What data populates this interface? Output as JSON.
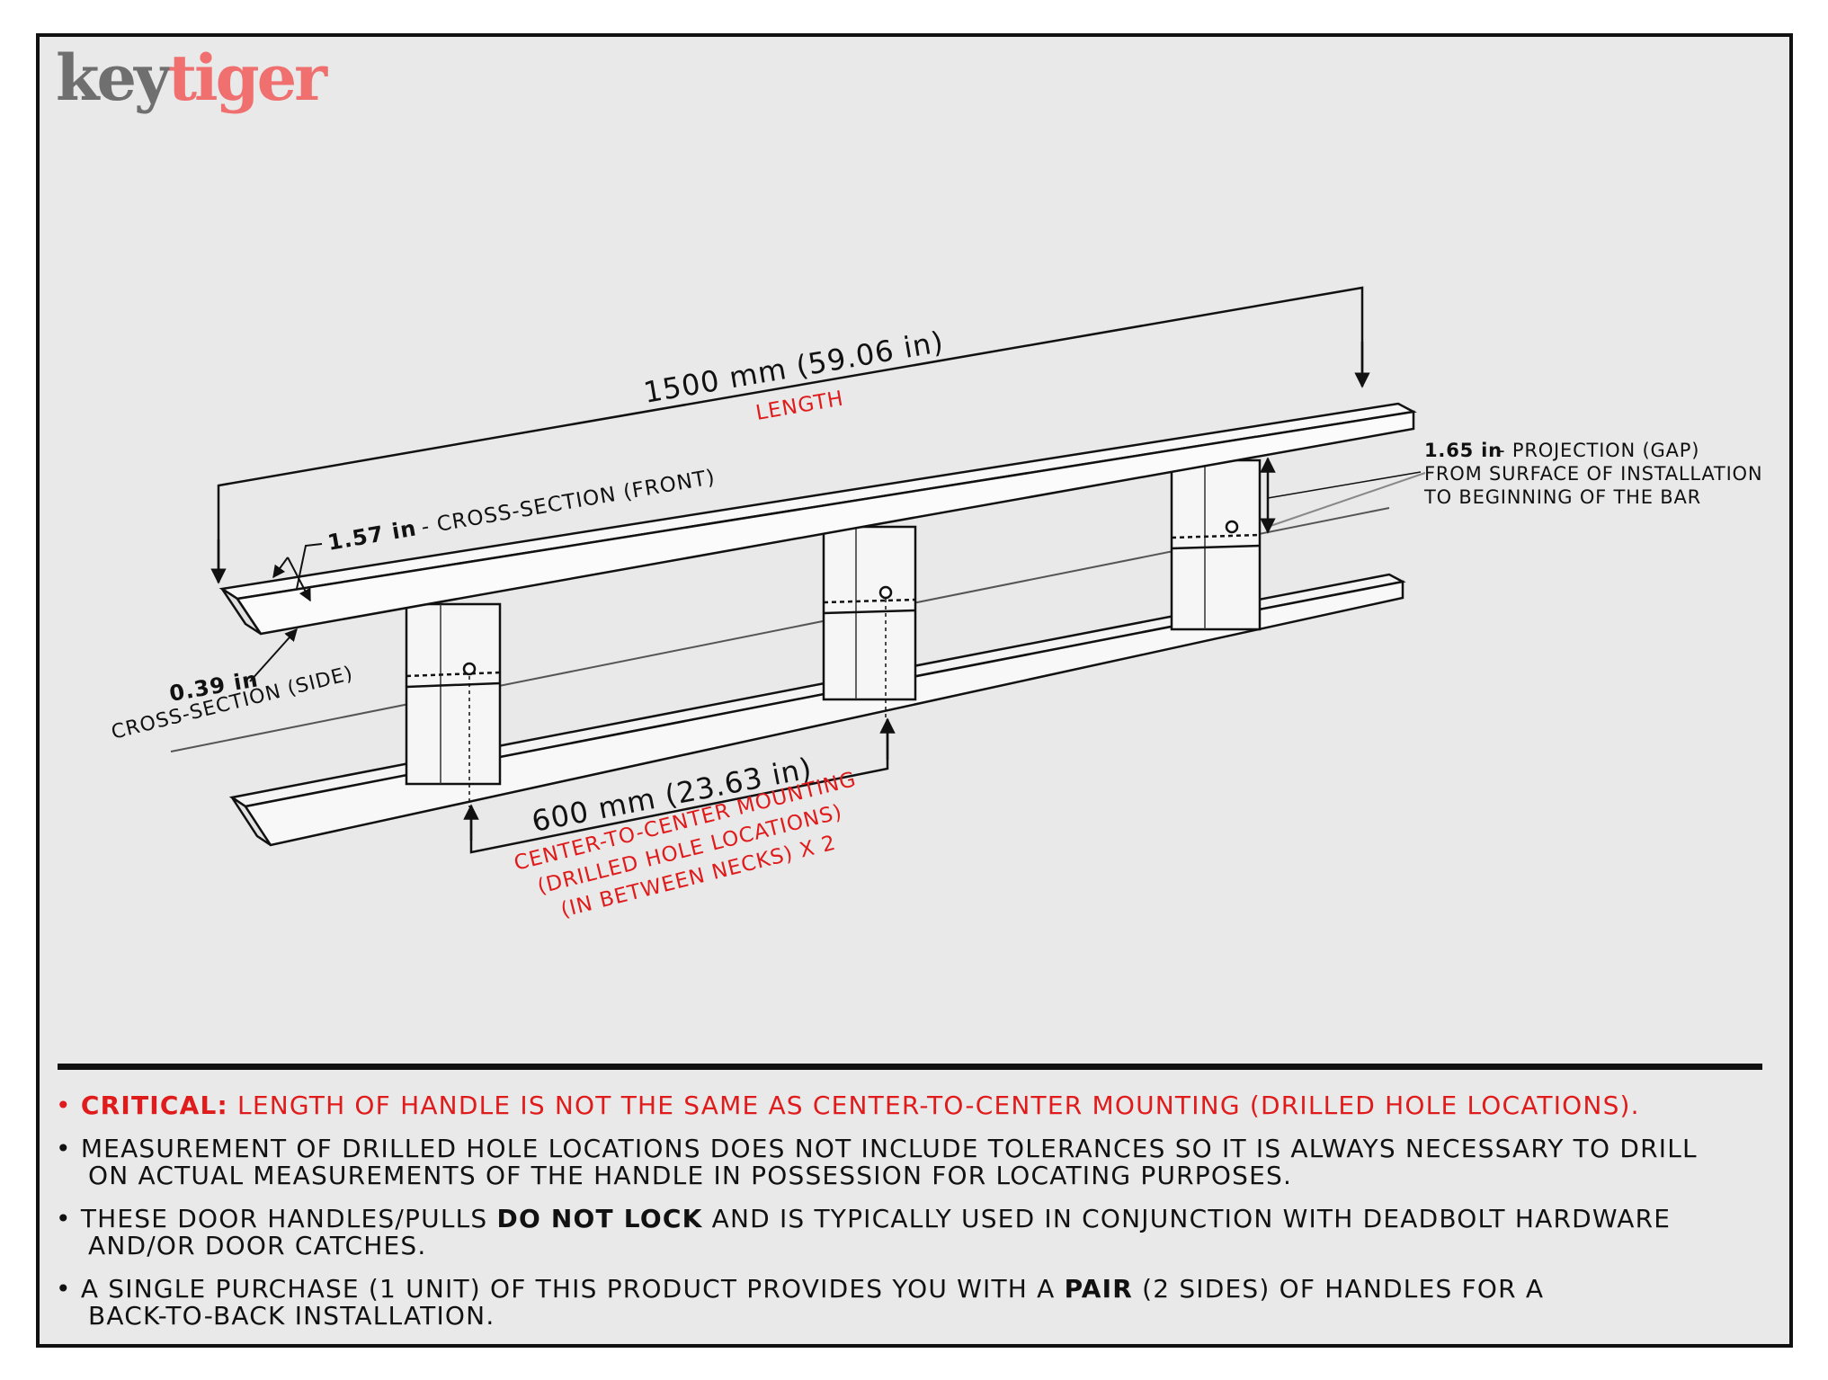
{
  "logo": {
    "part1": "key",
    "part2": "tiger"
  },
  "dimensions": {
    "length": {
      "value": "1500 mm (59.06 in)",
      "label": "LENGTH"
    },
    "front": {
      "value": "1.57 in",
      "label": "- CROSS-SECTION (FRONT)"
    },
    "side": {
      "value": "0.39 in",
      "label": "CROSS-SECTION (SIDE)"
    },
    "projection": {
      "value": "1.65 in",
      "line1": "- PROJECTION (GAP)",
      "line2": "FROM SURFACE OF INSTALLATION",
      "line3": "TO BEGINNING OF THE BAR"
    },
    "center": {
      "value": "600 mm (23.63 in)",
      "line1": "CENTER-TO-CENTER MOUNTING",
      "line2": "(DRILLED HOLE LOCATIONS)",
      "line3": "(IN BETWEEN NECKS) X 2"
    }
  },
  "notes": {
    "n1": {
      "bullet": "•",
      "bold": "CRITICAL:",
      "text": " LENGTH OF HANDLE IS NOT THE SAME AS CENTER-TO-CENTER MOUNTING (DRILLED HOLE LOCATIONS)."
    },
    "n2": {
      "bullet": "•",
      "line1": " MEASUREMENT OF DRILLED HOLE LOCATIONS DOES NOT INCLUDE TOLERANCES SO IT IS ALWAYS NECESSARY TO DRILL",
      "line2": "ON ACTUAL MEASUREMENTS OF THE HANDLE IN POSSESSION FOR LOCATING PURPOSES."
    },
    "n3": {
      "bullet": "•",
      "pre": " THESE DOOR HANDLES/PULLS ",
      "bold": "DO NOT LOCK",
      "post": " AND IS TYPICALLY USED IN CONJUNCTION WITH DEADBOLT HARDWARE",
      "line2": "AND/OR DOOR CATCHES."
    },
    "n4": {
      "bullet": "•",
      "pre": " A SINGLE PURCHASE (1 UNIT) OF THIS PRODUCT PROVIDES YOU WITH A ",
      "bold": "PAIR",
      "post": " (2 SIDES) OF HANDLES FOR A",
      "line2": "BACK-TO-BACK INSTALLATION."
    }
  }
}
